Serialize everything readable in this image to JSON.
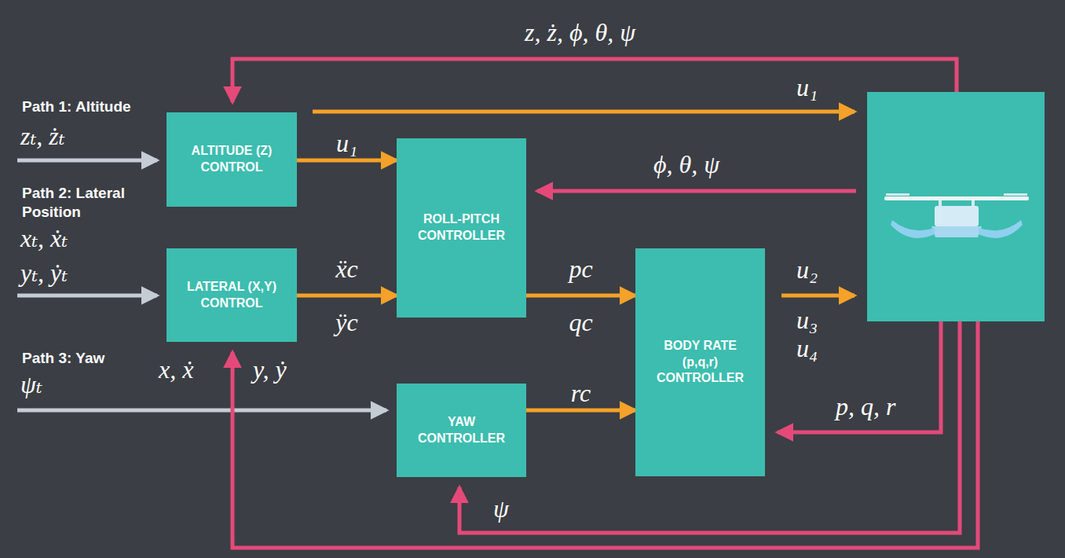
{
  "diagram": {
    "nodes": [
      {
        "text": [
          "ALTITUDE (Z) CONTROL"
        ]
      },
      {
        "text": [
          "LATERAL (X,Y) CONTROL"
        ]
      },
      {
        "text": [
          "ROLL-PITCH CONTROLLER"
        ]
      },
      {
        "text": [
          "YAW CONTROLLER"
        ]
      },
      {
        "text": [
          "BODY RATE (p,q,r) CONTROLLER"
        ]
      }
    ],
    "edges": [
      {
        "from": 0,
        "to": 2,
        "arrow": "to",
        "label": "u₁"
      },
      {
        "from": 1,
        "to": 2,
        "arrow": "to",
        "label": "ẍc ÿc"
      },
      {
        "from": 2,
        "to": 4,
        "arrow": "to",
        "label": "pc qc"
      },
      {
        "from": 3,
        "to": 4,
        "arrow": "to",
        "label": "rc"
      }
    ],
    "labels": [
      "z, ż, ϕ, θ, ψ",
      "Path 1: Altitude",
      "zₜ, żₜ",
      "u₁",
      "ϕ, θ, ψ",
      "Path 2: Lateral Position",
      "xₜ, ẋₜ",
      "yₜ, ẏₜ",
      "u₂",
      "u₃",
      "u₄",
      "Path 3: Yaw",
      "x, ẋ",
      "y, ẏ",
      "ψₜ",
      "p, q, r",
      "ψ"
    ]
  }
}
